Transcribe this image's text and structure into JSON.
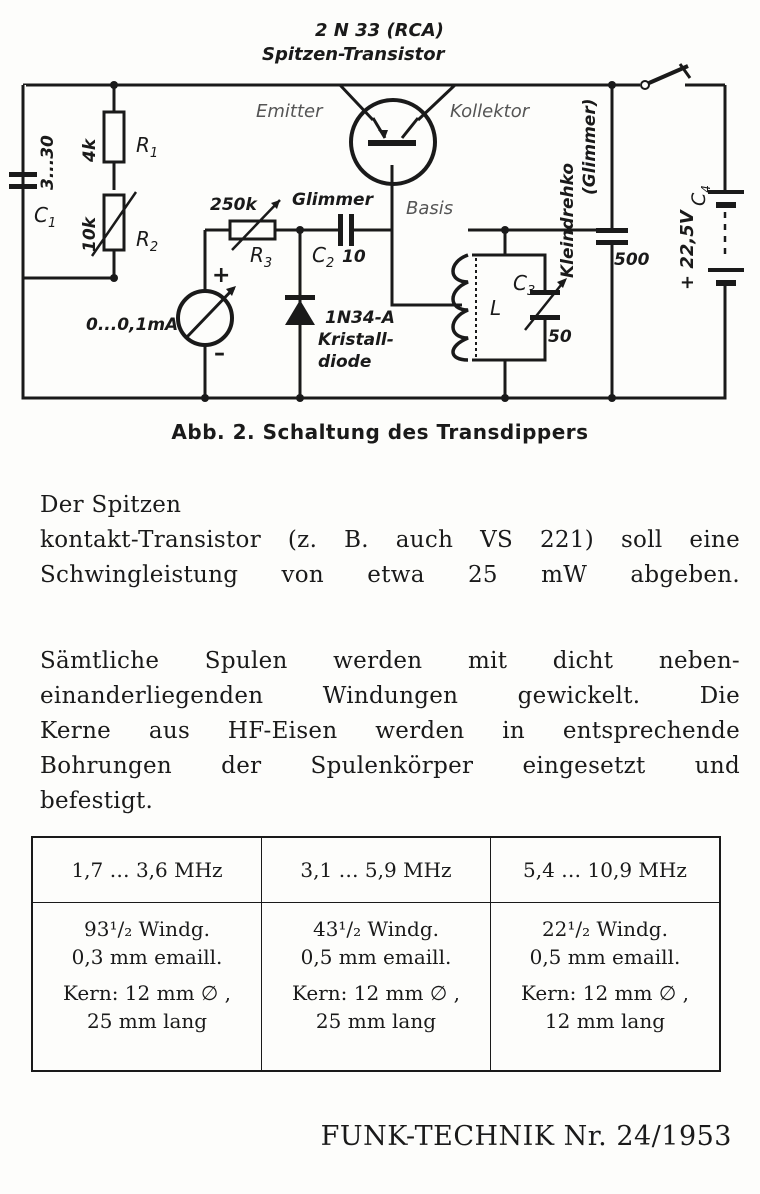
{
  "schematic": {
    "transistor_type": "2 N 33 (RCA)",
    "transistor_desc": "Spitzen-Transistor",
    "emitter": "Emitter",
    "collector": "Kollektor",
    "base": "Basis",
    "c1_value": "3...30",
    "c1_name": "C",
    "c1_sub": "1",
    "r1_value": "4k",
    "r1_name": "R",
    "r1_sub": "1",
    "r2_value": "10k",
    "r2_name": "R",
    "r2_sub": "2",
    "r3_value": "250k",
    "r3_name": "R",
    "r3_sub": "3",
    "glimmer": "Glimmer",
    "c2_name": "C",
    "c2_sub": "2",
    "c2_value": "10",
    "meter_range": "0...0,1mA",
    "plus": "+",
    "minus": "–",
    "diode_type": "1N34-A",
    "diode_desc1": "Kristall-",
    "diode_desc2": "diode",
    "coil": "L",
    "c3_name": "C",
    "c3_sub": "3",
    "c3_value": "50",
    "c3_type1": "Kleindrehko",
    "c3_type2": "(Glimmer)",
    "c_500": "500",
    "c4_name": "C",
    "c4_sub": "4",
    "battery": "+ 22,5V"
  },
  "caption": "Abb. 2. Schaltung des Transdippers",
  "paragraph1": [
    "Der Spitzen",
    "kontakt-Transistor (z. B. auch VS 221) soll eine",
    "Schwingleistung von etwa 25 mW abgeben."
  ],
  "paragraph2": [
    "Sämtliche Spulen werden mit dicht neben-",
    "einanderliegenden Windungen gewickelt. Die",
    "Kerne aus HF-Eisen werden in entsprechende",
    "Bohrungen der Spulenkörper eingesetzt und",
    "befestigt."
  ],
  "table": {
    "headers": [
      "1,7 … 3,6 MHz",
      "3,1 … 5,9 MHz",
      "5,4 … 10,9 MHz"
    ],
    "windings": [
      "93¹/₂ Windg.",
      "43¹/₂ Windg.",
      "22¹/₂ Windg."
    ],
    "wire": [
      "0,3 mm emaill.",
      "0,5 mm emaill.",
      "0,5 mm emaill."
    ],
    "core": [
      "Kern: 12 mm ∅ ,",
      "Kern: 12 mm ∅ ,",
      "Kern: 12 mm ∅ ,"
    ],
    "length": [
      "25 mm lang",
      "25 mm lang",
      "12 mm lang"
    ]
  },
  "footer": "FUNK-TECHNIK Nr. 24/1953"
}
